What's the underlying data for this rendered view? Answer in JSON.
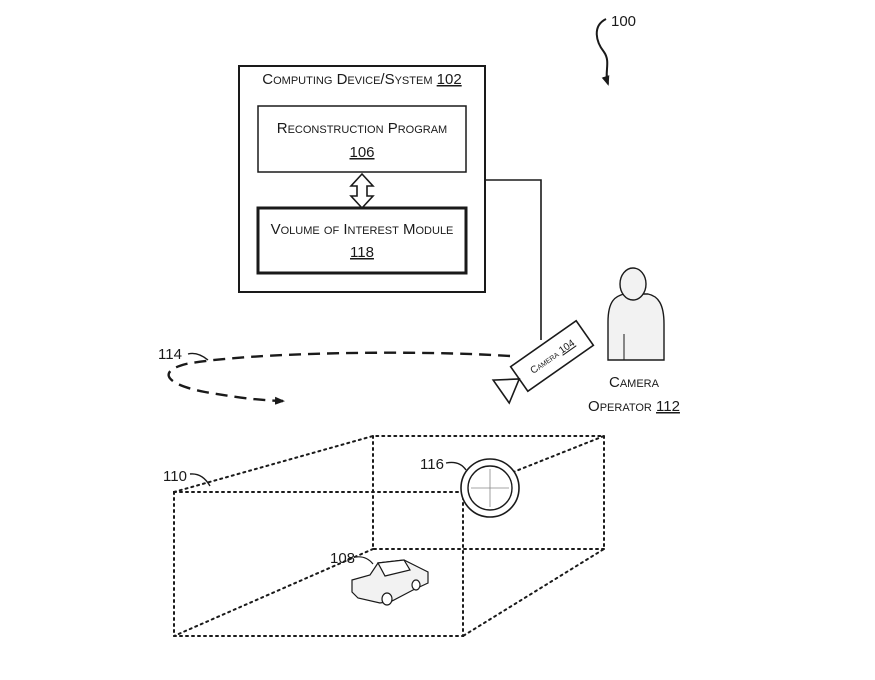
{
  "figure": {
    "ref": "100",
    "computing_device": {
      "label": "Computing Device/System",
      "ref": "102"
    },
    "reconstruction_program": {
      "label": "Reconstruction Program",
      "ref": "106"
    },
    "voi_module": {
      "label": "Volume of Interest Module",
      "ref": "118"
    },
    "camera": {
      "label": "Camera",
      "ref": "104"
    },
    "operator": {
      "label_line1": "Camera",
      "label_line2": "Operator",
      "ref": "112"
    },
    "path_ref": "114",
    "volume_ref": "110",
    "target_ref": "116",
    "object_ref": "108"
  },
  "colors": {
    "ink": "#1a1a1a",
    "paper": "#ffffff",
    "figure_fill": "#f2f2f2"
  }
}
